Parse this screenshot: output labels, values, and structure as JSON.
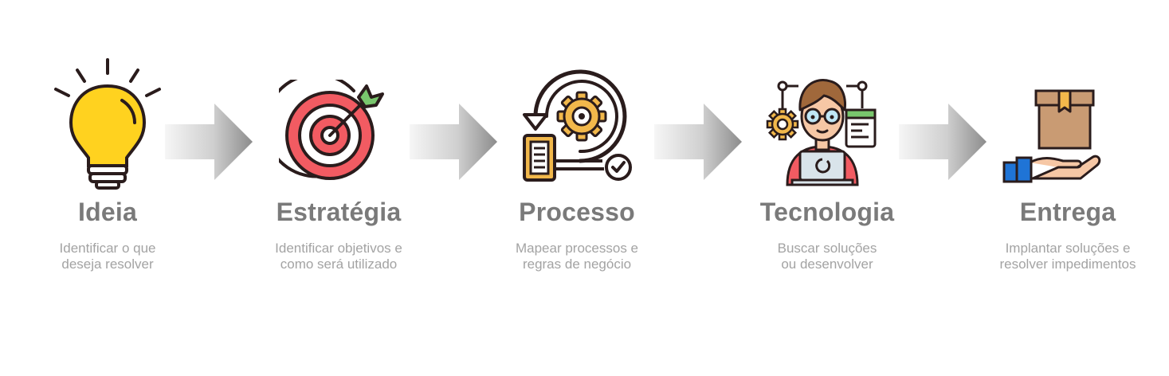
{
  "steps": [
    {
      "title": "Ideia",
      "desc": [
        "Identificar o que",
        "deseja resolver"
      ],
      "icon": "lightbulb-icon"
    },
    {
      "title": "Estratégia",
      "desc": [
        "Identificar objetivos e",
        "como será utilizado"
      ],
      "icon": "target-icon"
    },
    {
      "title": "Processo",
      "desc": [
        "Mapear processos e",
        "regras de negócio"
      ],
      "icon": "process-cycle-icon"
    },
    {
      "title": "Tecnologia",
      "desc": [
        "Buscar soluções",
        "ou desenvolver"
      ],
      "icon": "developer-icon"
    },
    {
      "title": "Entrega",
      "desc": [
        "Implantar soluções e",
        "resolver impedimentos"
      ],
      "icon": "package-delivery-icon"
    }
  ],
  "colors": {
    "title": "#7a7a7a",
    "desc": "#a3a3a3",
    "arrow_start": "#f4f4f4",
    "arrow_end": "#8f8f8f",
    "outline": "#2a1c1c",
    "yellow": "#ffd21f",
    "red": "#f25b62",
    "orange": "#f2b84b",
    "skin": "#f6c7a5",
    "brown": "#a0683b",
    "box": "#c99b73",
    "blue": "#1f74d6",
    "green": "#79c66d"
  }
}
